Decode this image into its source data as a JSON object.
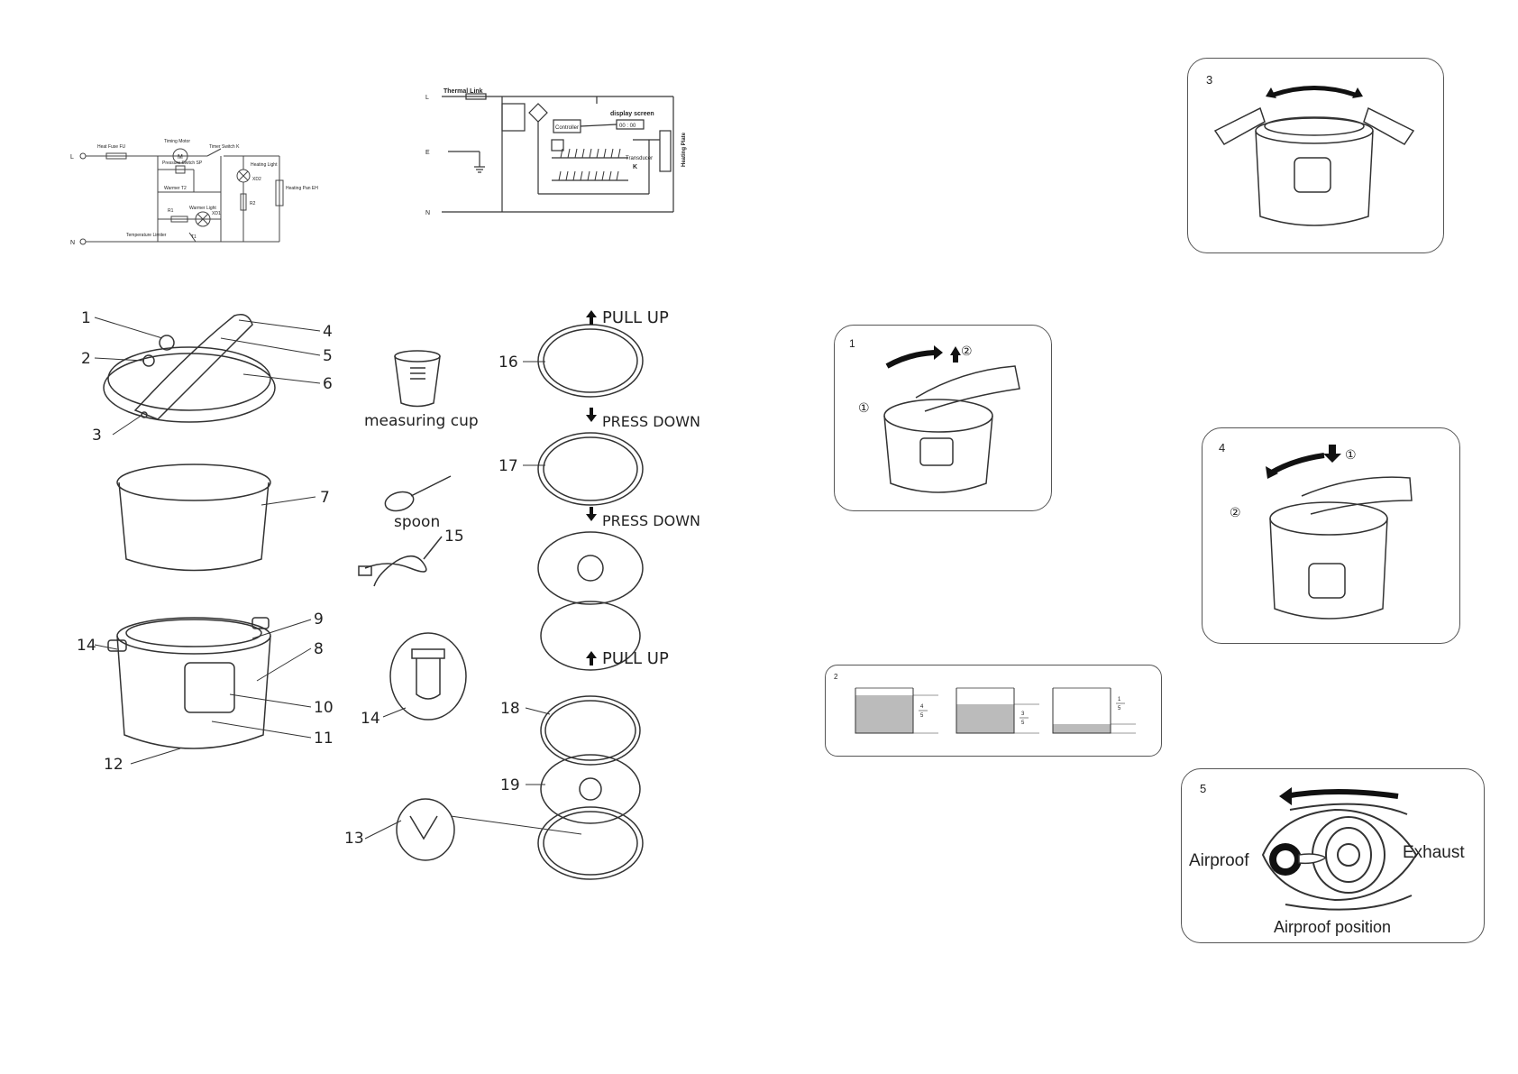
{
  "circuit_left": {
    "terminal_l": "L",
    "terminal_n": "N",
    "heat_fuse": "Heat Fuse FU",
    "timing_motor": "Timing Motor",
    "motor_symbol": "M",
    "timer_switch": "Timer Switch K",
    "pressure_switch": "Pressure Switch SP",
    "warmer": "Warmer T2",
    "heating_light": "Heating Light",
    "xd2": "XD2",
    "r2": "R2",
    "heating_pan": "Heating Pan EH",
    "r1": "R1",
    "warmer_light": "Warmer Light",
    "xd1": "XD1",
    "temp_limiter": "Temperature Limiter",
    "t1": "T1"
  },
  "circuit_right": {
    "terminal_l": "L",
    "terminal_e": "E",
    "terminal_n": "N",
    "thermal_link": "Thermal Link",
    "display_screen": "display screen",
    "display_value": "00 : 00",
    "controller": "Controller",
    "transducer": "Transducer",
    "k": "K",
    "heating_plate": "Heating Plate"
  },
  "parts": {
    "numbers": [
      "1",
      "2",
      "3",
      "4",
      "5",
      "6",
      "7",
      "8",
      "9",
      "10",
      "11",
      "12",
      "14",
      "15",
      "14",
      "13",
      "16",
      "17",
      "18",
      "19"
    ],
    "measuring_cup": "measuring cup",
    "spoon": "spoon",
    "pull_up_1": "PULL UP",
    "press_down_1": "PRESS DOWN",
    "press_down_2": "PRESS DOWN",
    "pull_up_2": "PULL UP"
  },
  "figures": {
    "fig1": {
      "label": "1",
      "step1": "①",
      "step2": "②"
    },
    "fig2": {
      "label": "2",
      "frac1_num": "4",
      "frac1_den": "5",
      "frac2_num": "3",
      "frac2_den": "5",
      "frac3_num": "1",
      "frac3_den": "5"
    },
    "fig3": {
      "label": "3"
    },
    "fig4": {
      "label": "4",
      "step1": "①",
      "step2": "②"
    },
    "fig5": {
      "label": "5",
      "airproof": "Airproof",
      "exhaust": "Exhaust",
      "airproof_position": "Airproof position"
    }
  }
}
